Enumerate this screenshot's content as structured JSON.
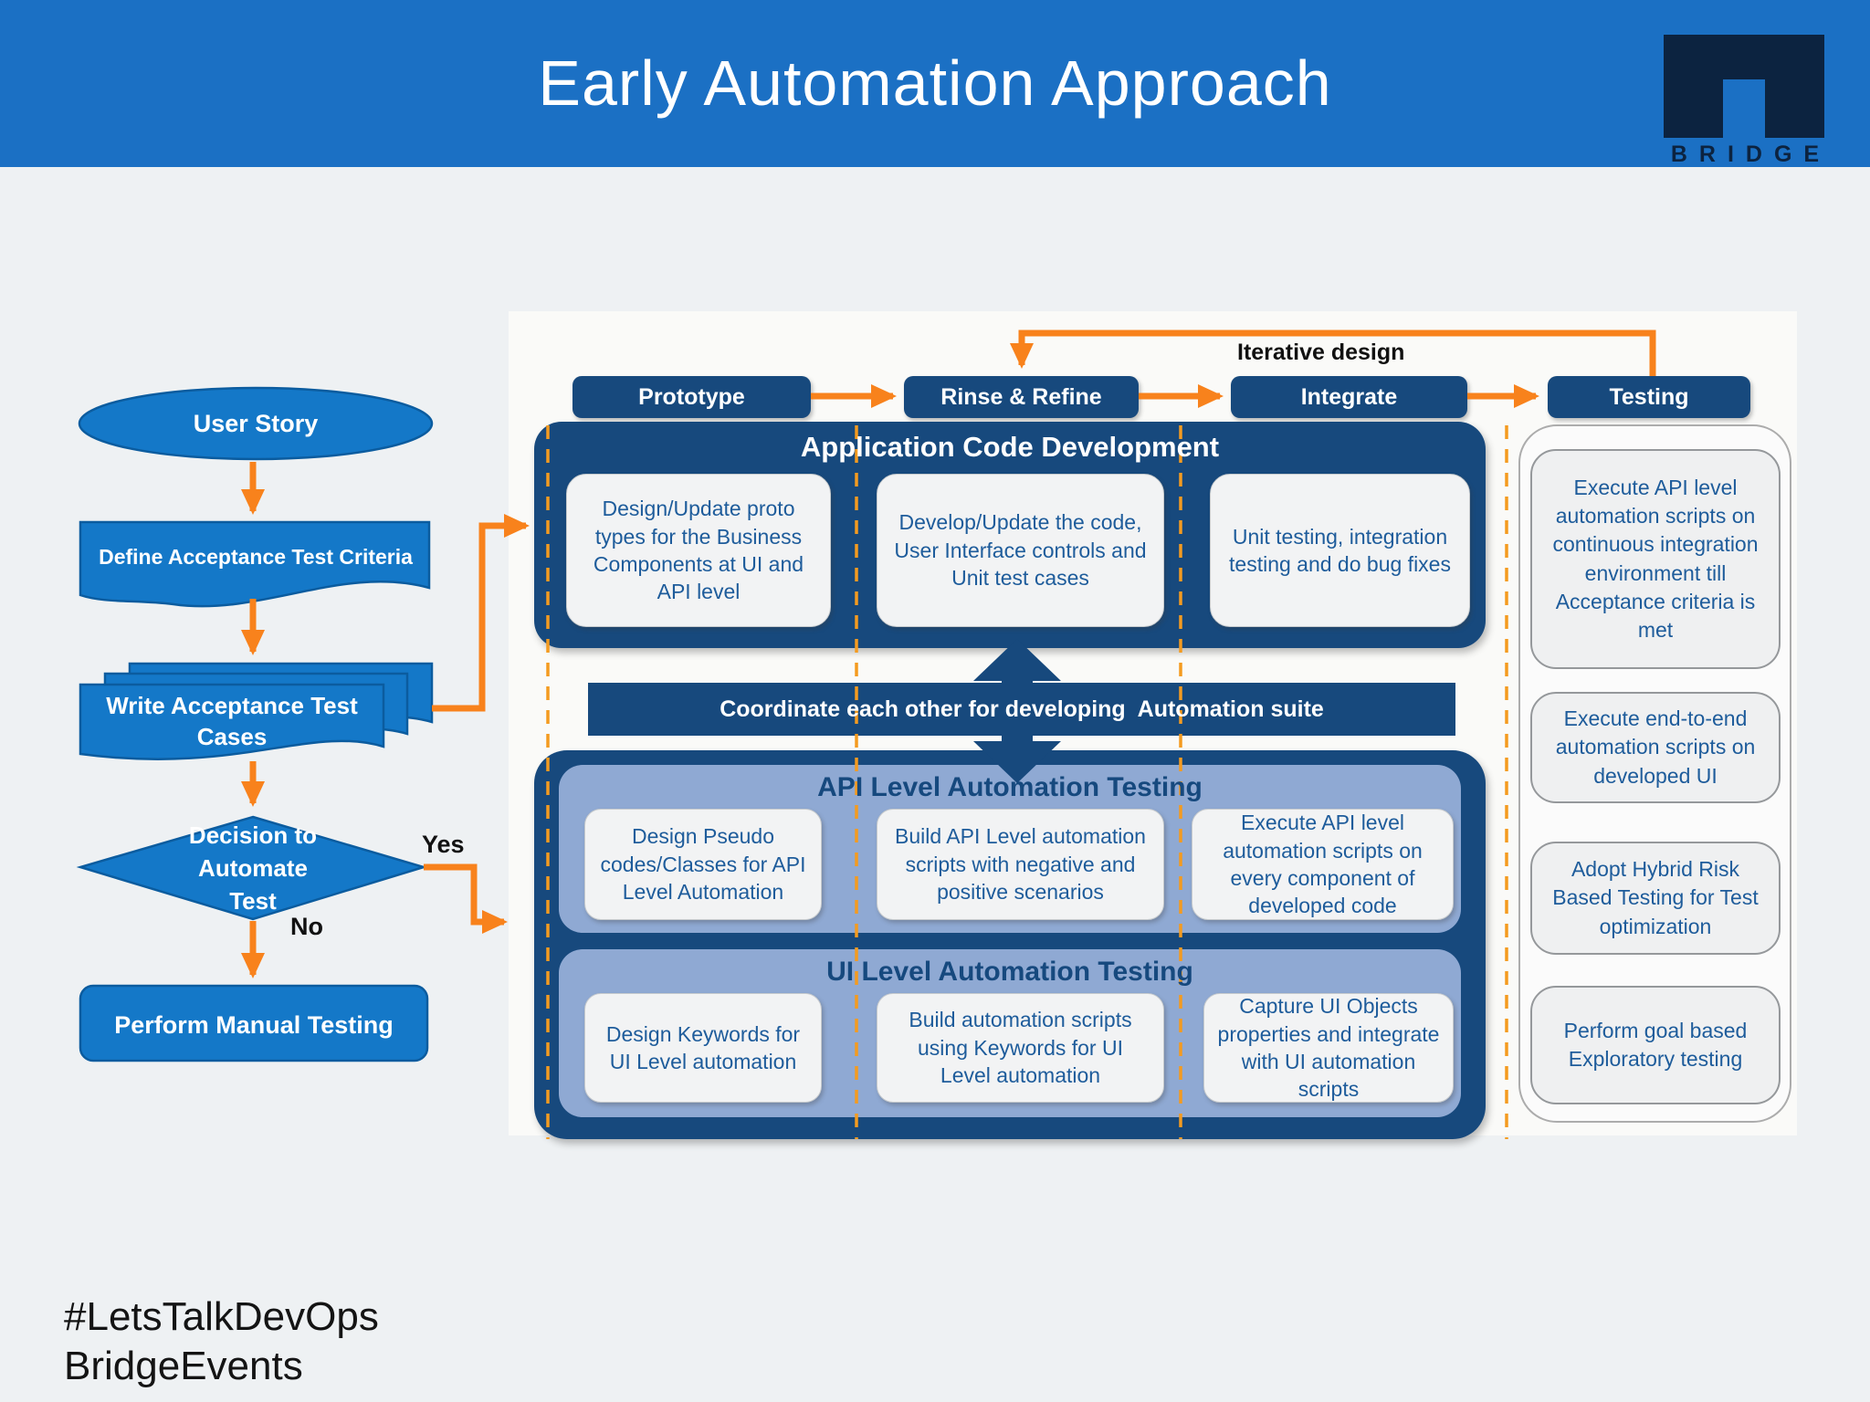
{
  "header": {
    "title": "Early Automation Approach",
    "brand": "BRIDGE"
  },
  "flow": {
    "user_story": "User Story",
    "define_criteria": "Define Acceptance Test Criteria",
    "write_cases": "Write Acceptance Test Cases",
    "decision": "Decision to Automate Test",
    "manual_testing": "Perform Manual Testing",
    "yes_label": "Yes",
    "no_label": "No"
  },
  "pipeline": {
    "stages": [
      {
        "label": "Prototype"
      },
      {
        "label": "Rinse & Refine"
      },
      {
        "label": "Integrate"
      },
      {
        "label": "Testing"
      }
    ],
    "iterative_label": "Iterative design"
  },
  "acd": {
    "title": "Application Code Development",
    "cards": [
      "Design/Update proto types for the Business Components at UI and API level",
      "Develop/Update the code, User Interface controls and Unit test cases",
      "Unit testing, integration testing and do bug fixes"
    ]
  },
  "coordinate_bar": {
    "label": "Coordinate each other for developing  Automation suite"
  },
  "api_testing": {
    "title": "API Level Automation Testing",
    "cards": [
      "Design Pseudo codes/Classes for API Level Automation",
      "Build API Level automation scripts with negative and positive scenarios",
      "Execute API level automation scripts on every component of developed code"
    ]
  },
  "ui_testing": {
    "title": "UI Level Automation Testing",
    "cards": [
      "Design Keywords for UI Level automation",
      "Build automation scripts using Keywords for UI Level automation",
      "Capture UI Objects properties and integrate with UI automation scripts"
    ]
  },
  "testing_column": {
    "cards": [
      "Execute API level automation scripts on continuous integration environment till Acceptance criteria is met",
      "Execute end-to-end automation scripts on developed UI",
      "Adopt Hybrid Risk Based Testing for Test optimization",
      "Perform goal based Exploratory testing"
    ]
  },
  "footer": {
    "hashtag": "#LetsTalkDevOps",
    "events": "BridgeEvents"
  },
  "colors": {
    "header_blue": "#1B70C4",
    "flow_blue": "#1478C8",
    "navy": "#17497D",
    "steel": "#8FA9D3",
    "orange": "#F8821C",
    "dashed_orange": "#F49B20",
    "card_text": "#1E5C9B"
  }
}
